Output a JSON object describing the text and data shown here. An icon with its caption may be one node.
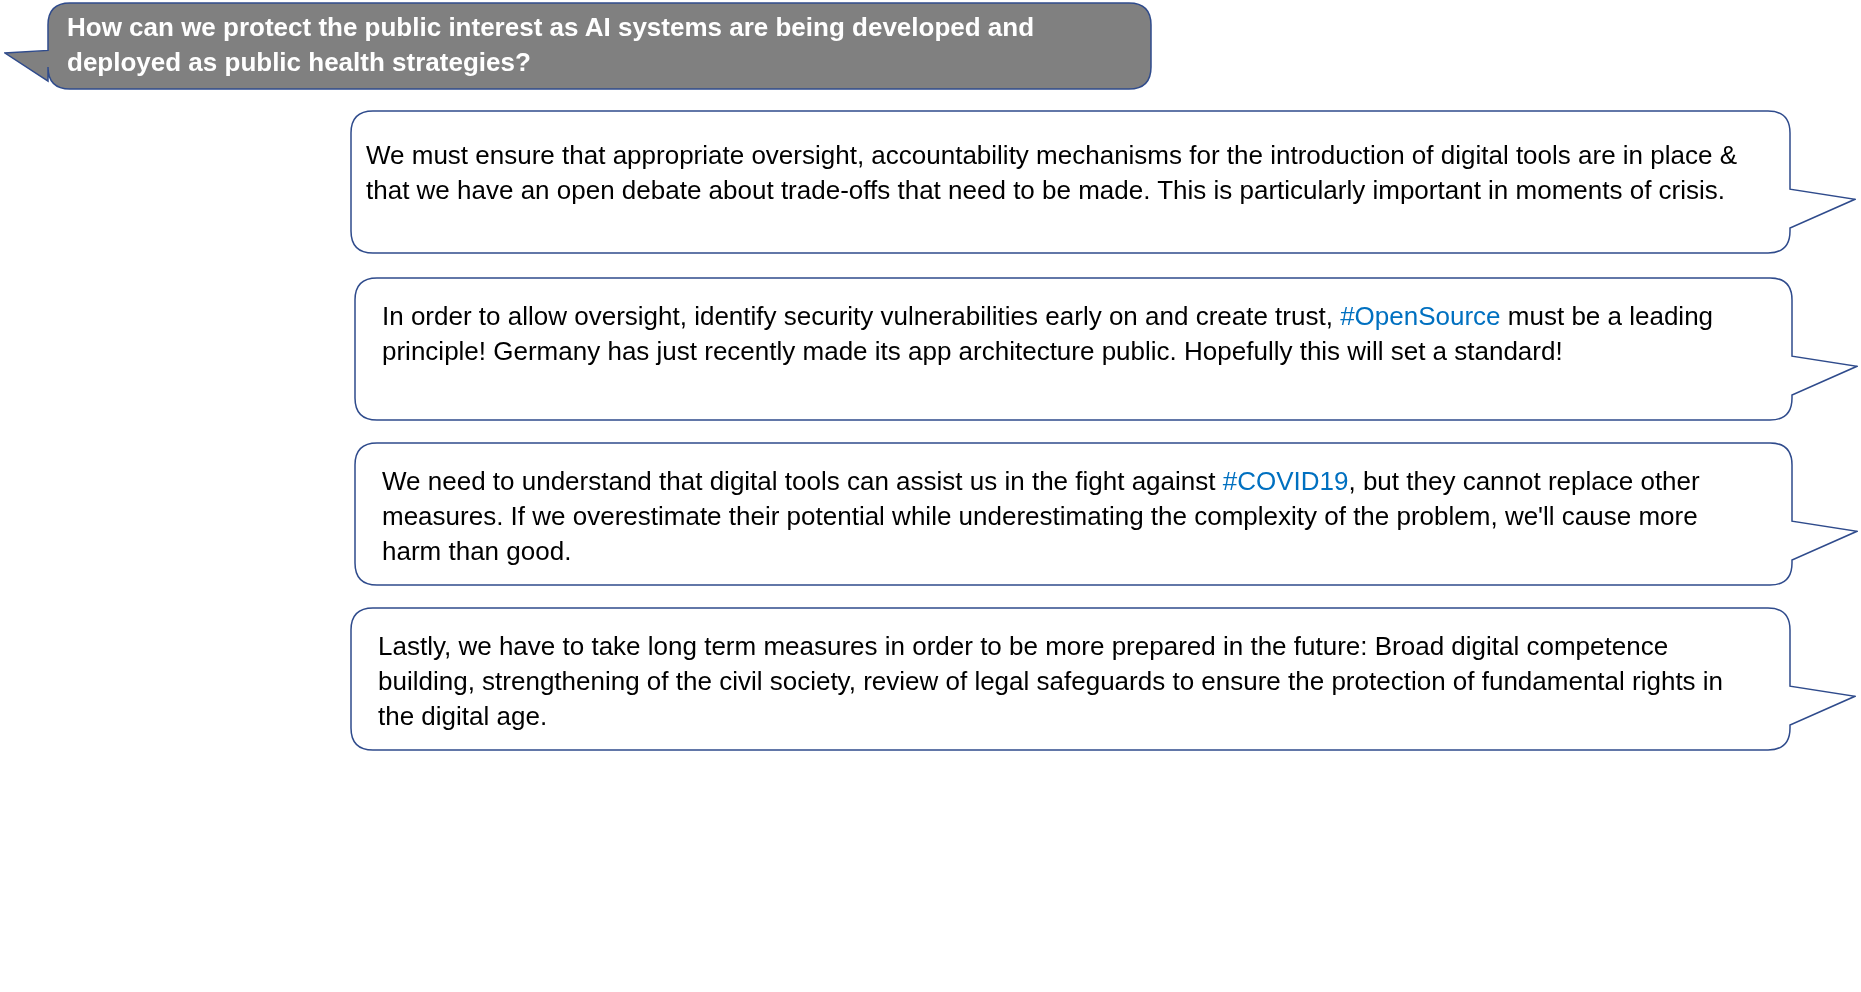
{
  "diagram": {
    "nodes": [
      {
        "text": [
          "How can we protect the public interest as AI systems are being developed and deployed as public health strategies?"
        ]
      },
      {
        "text": [
          "We must ensure that appropriate oversight, accountability mechanisms for the introduction of digital tools are in place & that we have an open debate about trade-offs that need to be made. This is particularly important in moments of crisis."
        ]
      },
      {
        "text": [
          "In order to allow oversight, identify security vulnerabilities early on and create trust, #OpenSource must be a leading principle! Germany has just recently made its app architecture public. Hopefully this will set a standard!"
        ]
      },
      {
        "text": [
          "We need to understand that digital tools can assist us in the fight against #COVID19, but they cannot replace other measures. If we overestimate their potential while underestimating the complexity of the problem, we'll cause more harm than good."
        ]
      },
      {
        "text": [
          "Lastly, we have to take long term measures in order to be more prepared in the future: Broad digital competence building, strengthening of the civil society, review of legal safeguards to ensure the protection of fundamental rights in the digital age."
        ]
      }
    ]
  }
}
